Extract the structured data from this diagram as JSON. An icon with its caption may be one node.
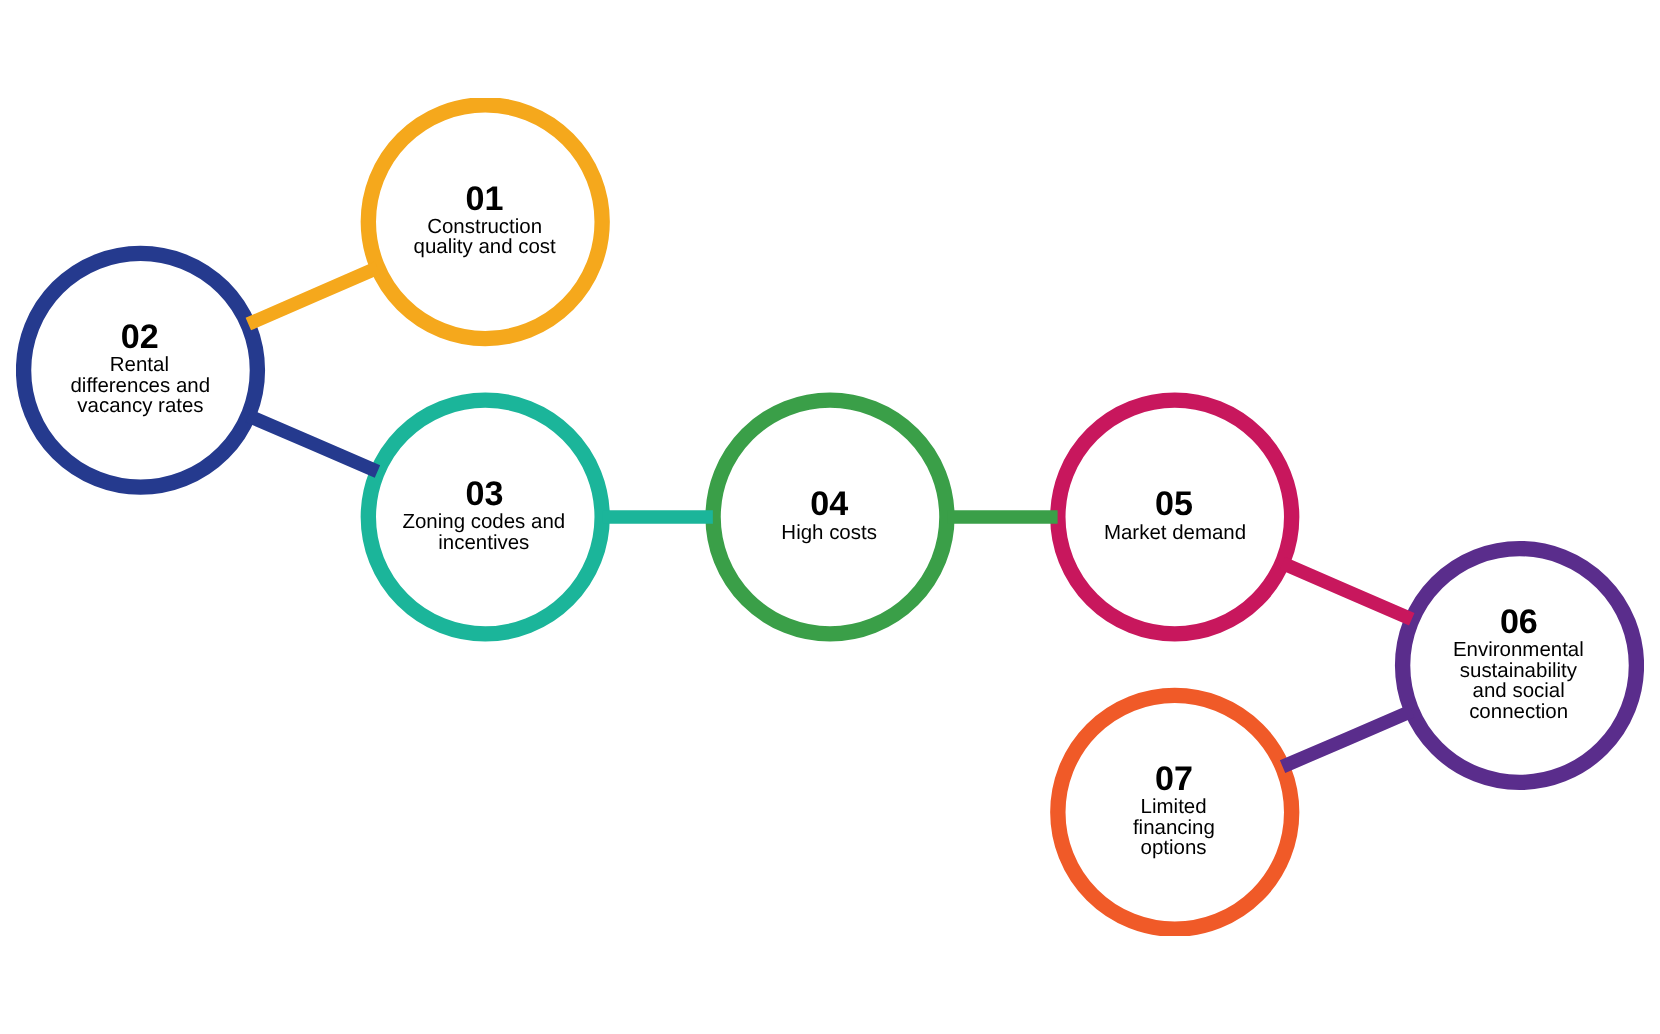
{
  "diagram": {
    "nodes": [
      {
        "text": [
          "01",
          "Construction quality and cost"
        ]
      },
      {
        "text": [
          "02",
          "Rental differences and vacancy rates"
        ]
      },
      {
        "text": [
          "03",
          "Zoning codes and incentives"
        ]
      },
      {
        "text": [
          "04",
          "High costs"
        ]
      },
      {
        "text": [
          "05",
          "Market demand"
        ]
      },
      {
        "text": [
          "06",
          "Environmental sustainability and social connection"
        ]
      },
      {
        "text": [
          "07",
          "Limited financing options"
        ]
      }
    ],
    "edges": [
      {
        "from": 0,
        "to": 1,
        "arrow": "none",
        "color": "#f5a81c"
      },
      {
        "from": 1,
        "to": 2,
        "arrow": "none",
        "color": "#253a8e"
      },
      {
        "from": 2,
        "to": 3,
        "arrow": "none",
        "color": "#1bb59a"
      },
      {
        "from": 3,
        "to": 4,
        "arrow": "none",
        "color": "#3a9f48"
      },
      {
        "from": 4,
        "to": 5,
        "arrow": "none",
        "color": "#c8175d"
      },
      {
        "from": 5,
        "to": 6,
        "arrow": "none",
        "color": "#5a2d8c"
      }
    ]
  }
}
